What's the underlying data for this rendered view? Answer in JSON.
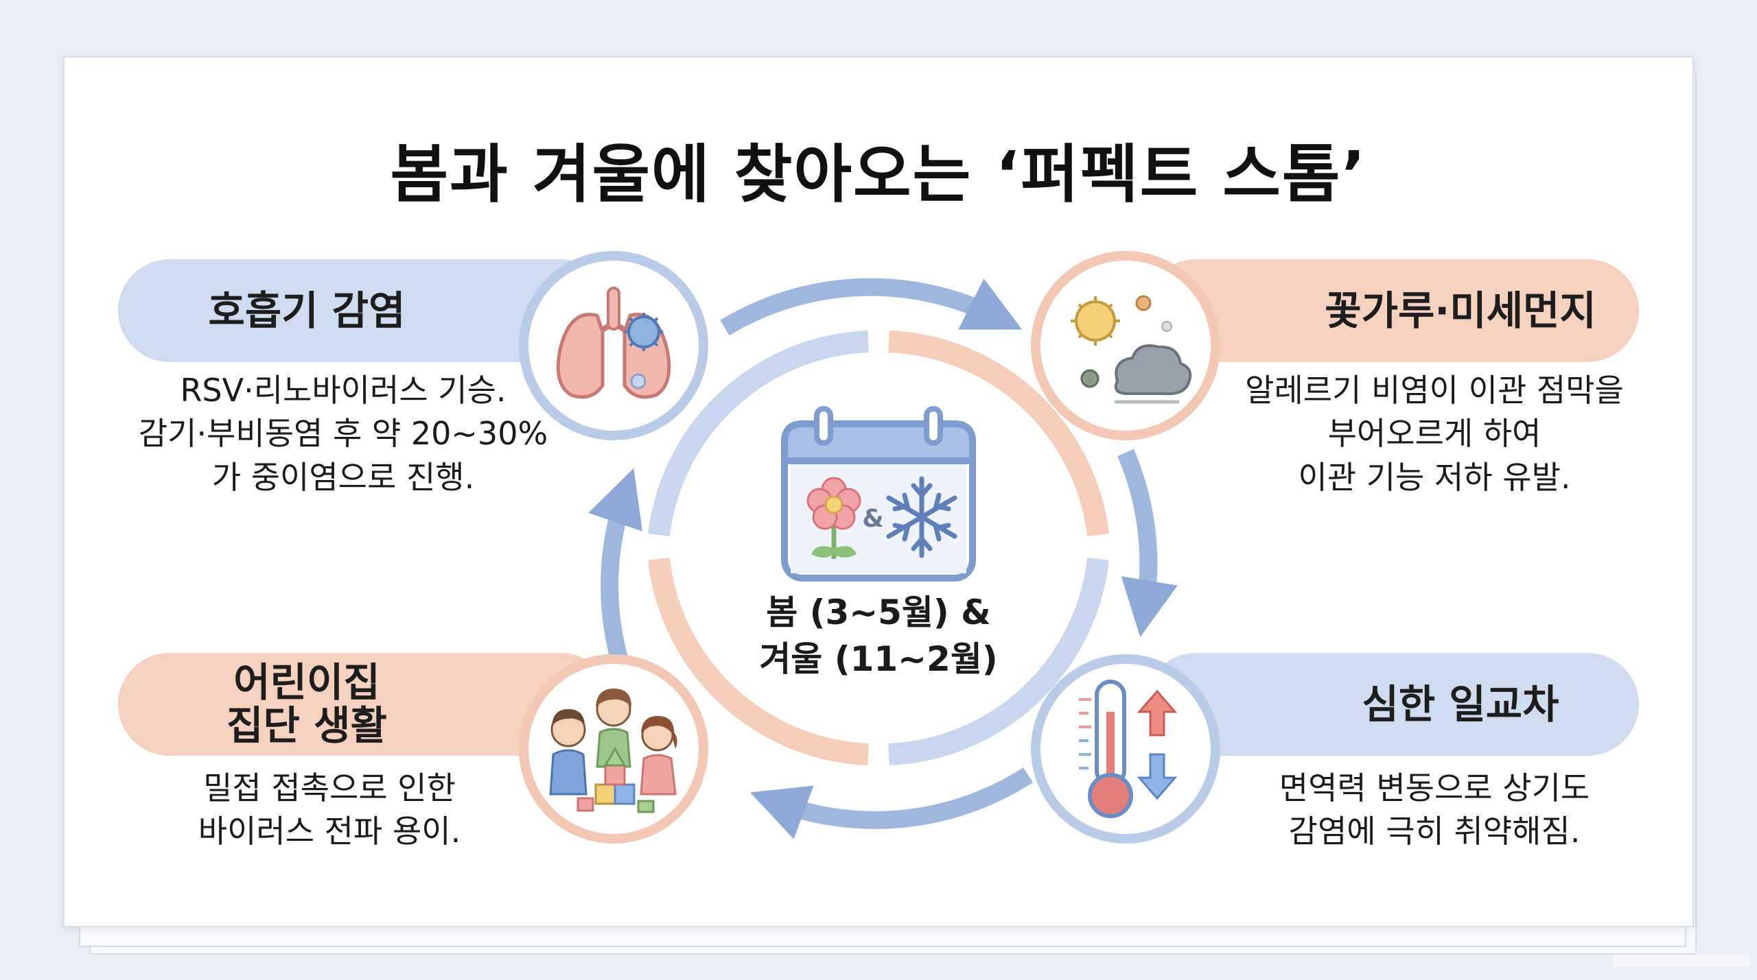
{
  "title": "봄과 겨울에 찾아오는 ‘퍼펙트 스톰’",
  "center": {
    "line1": "봄 (3~5월) &",
    "line2": "겨울 (11~2월)",
    "calendar_amp": "&",
    "icons": [
      "calendar-icon",
      "flower-icon",
      "snowflake-icon"
    ]
  },
  "factors": [
    {
      "heading": "호흡기 감염",
      "desc": "RSV·리노바이러스 기승.\n감기·부비동염 후 약 20~30%\n가 중이염으로 진행.",
      "icon": "lungs-virus-icon"
    },
    {
      "heading": "꽃가루·미세먼지",
      "desc": "알레르기 비염이 이관 점막을\n부어오르게 하여\n이관 기능 저하 유발.",
      "icon": "pollen-dust-icon"
    },
    {
      "heading": "심한 일교차",
      "desc": "면역력 변동으로 상기도\n감염에 극히 취약해짐.",
      "icon": "thermometer-icon"
    },
    {
      "heading_line1": "어린이집",
      "heading_line2": "집단 생활",
      "desc": "밀접 접촉으로 인한\n바이러스 전파 용이.",
      "icon": "children-playing-icon"
    }
  ],
  "colors": {
    "blue_pill": "#cfdcef",
    "peach_pill": "#f6d1bf",
    "arrow_blue": "#8fa9d6",
    "ring_blue": "#c8d7ee",
    "ring_peach": "#f5cdb9"
  }
}
